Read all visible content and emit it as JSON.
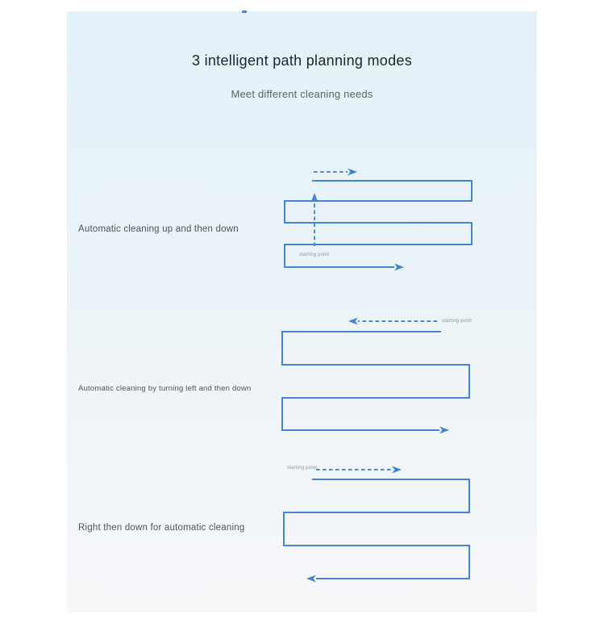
{
  "page": {
    "title": "3 intelligent path planning modes",
    "subtitle": "Meet different cleaning needs"
  },
  "modes": [
    {
      "label": "Automatic cleaning up and then down",
      "starting_point": "starting point",
      "path_description": "serpentine path starting at bottom, dashed arrow up from starting point, exit arrow right"
    },
    {
      "label": "Automatic cleaning by turning left and then down",
      "starting_point": "starting point",
      "path_description": "dashed arrow left from starting point at top right, serpentine path, exit arrow right"
    },
    {
      "label": "Right then down for automatic cleaning",
      "starting_point": "starting point",
      "path_description": "dashed arrow right from starting point at top left, serpentine path, exit arrow left"
    }
  ],
  "colors": {
    "path_blue": "#4483d6",
    "dashed_blue": "#4a87d9",
    "panel_gradient_top": "#e2f1fa",
    "panel_gradient_bottom": "#f6f7f9",
    "title_color": "#222529",
    "label_color": "#505459",
    "starting_point_color": "#8d949c"
  }
}
